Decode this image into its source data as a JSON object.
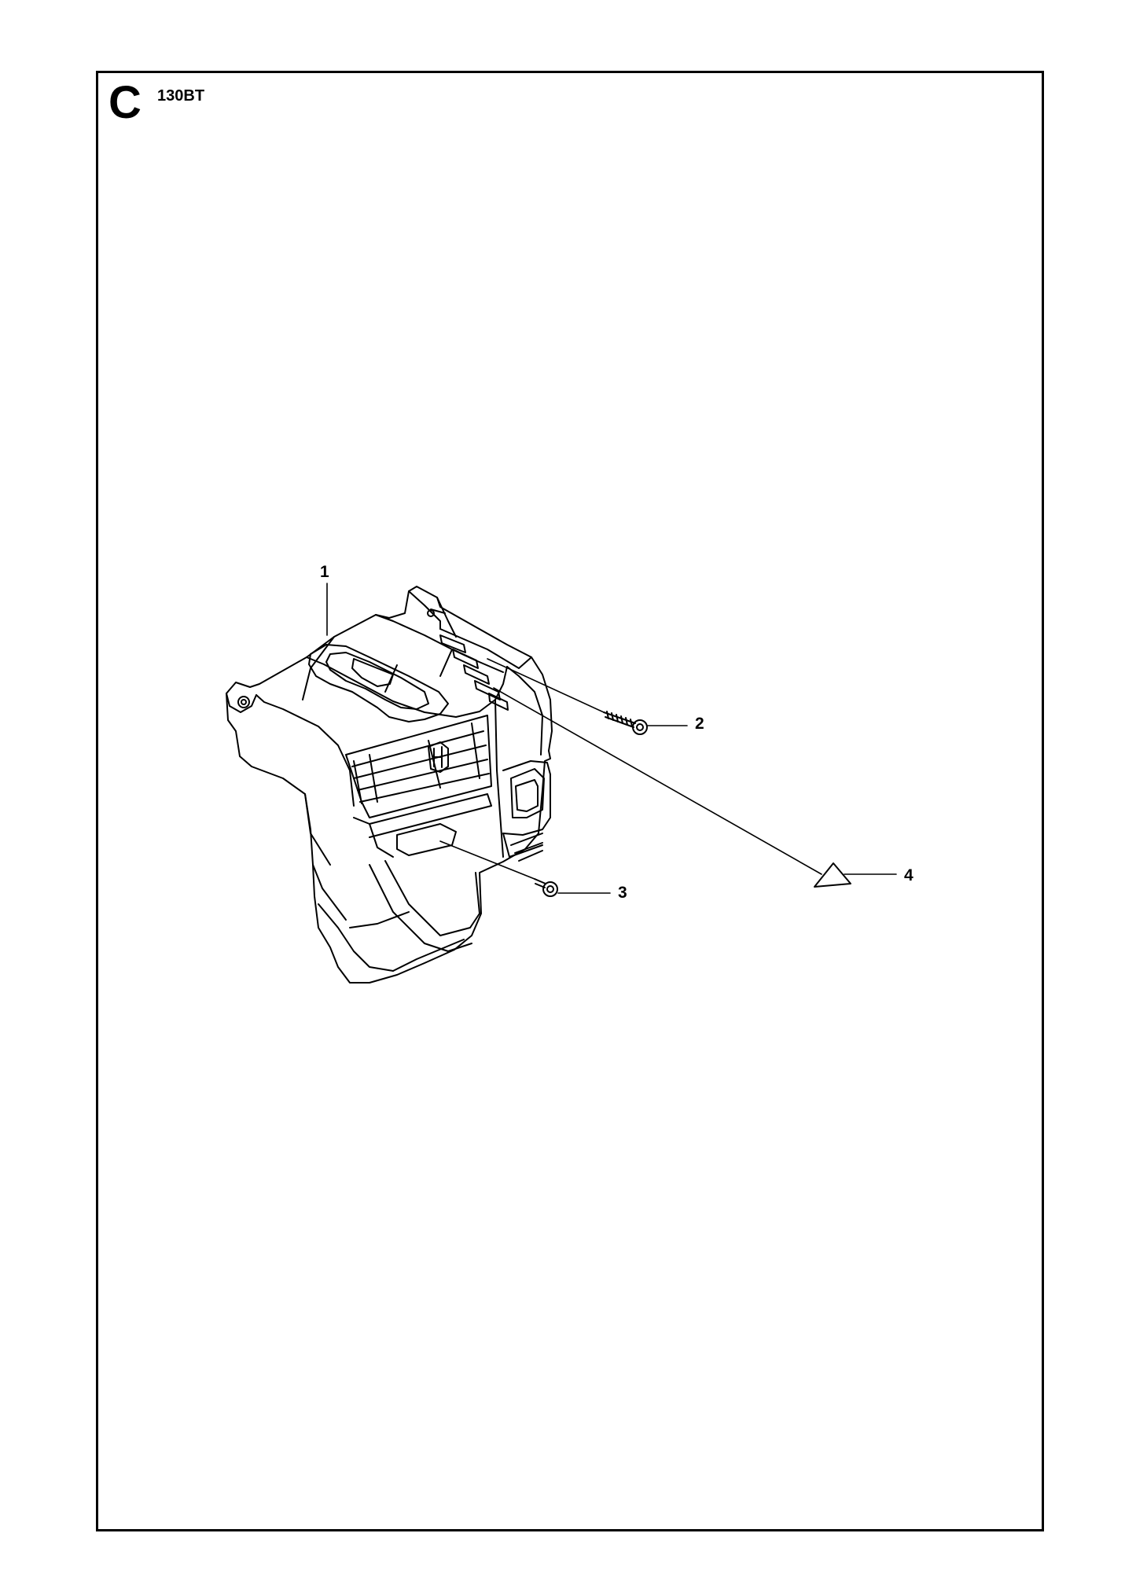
{
  "header": {
    "section_letter": "C",
    "model": "130BT"
  },
  "callouts": [
    {
      "number": "1",
      "part": "cylinder-cover"
    },
    {
      "number": "2",
      "part": "screw-long"
    },
    {
      "number": "3",
      "part": "screw-short"
    },
    {
      "number": "4",
      "part": "decal-triangle"
    }
  ],
  "colors": {
    "line": "#000000",
    "background": "#ffffff"
  }
}
